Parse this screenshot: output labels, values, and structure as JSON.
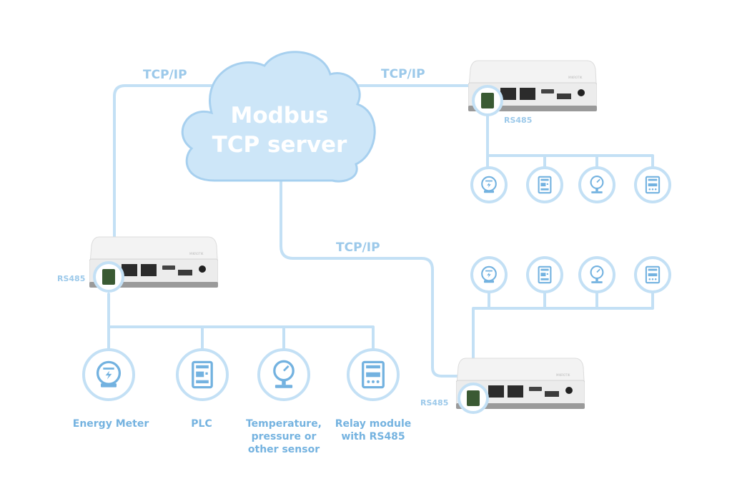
{
  "cloud": {
    "line1": "Modbus",
    "line2": "TCP server"
  },
  "links": {
    "left": "TCP/IP",
    "top_right": "TCP/IP",
    "bottom": "TCP/IP"
  },
  "gateways": {
    "left_rs485": "RS485",
    "top_right_rs485": "RS485",
    "bottom_right_rs485": "RS485"
  },
  "devices": {
    "energy_meter": "Energy Meter",
    "plc": "PLC",
    "sensor": [
      "Temperature,",
      "pressure or",
      "other sensor"
    ],
    "relay": [
      "Relay module",
      "with RS485"
    ]
  },
  "colors": {
    "line": "#c3e0f5",
    "cloud_fill": "#cde6f8",
    "cloud_stroke": "#a7d0ef",
    "icon": "#73b2e0",
    "label": "#9cc9ea"
  },
  "icons": [
    "energy-meter-icon",
    "plc-icon",
    "pressure-gauge-icon",
    "relay-module-icon"
  ]
}
